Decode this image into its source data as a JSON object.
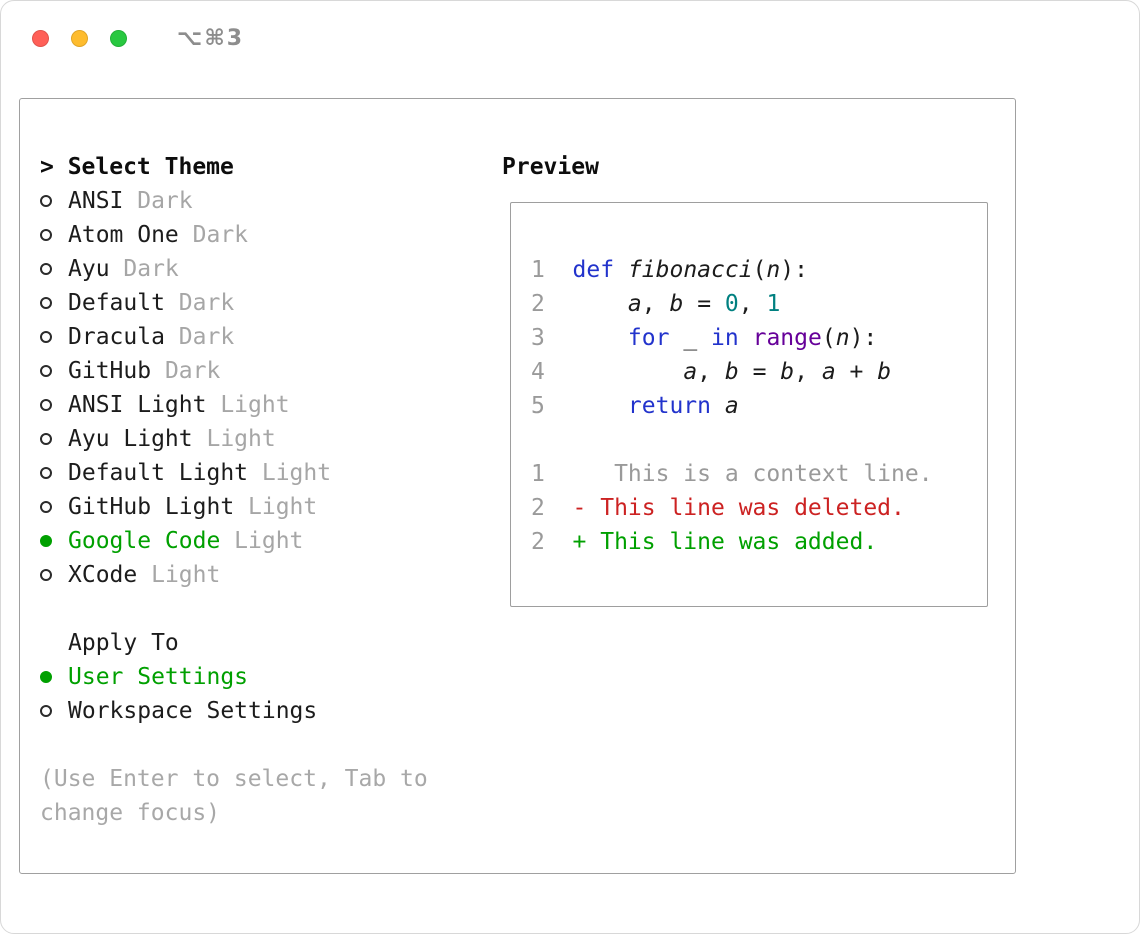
{
  "titlebar": {
    "shortcut_label": "⌥⌘3"
  },
  "selector": {
    "title": "> Select Theme",
    "themes": [
      {
        "name": "ANSI",
        "variant": "Dark",
        "selected": false
      },
      {
        "name": "Atom One",
        "variant": "Dark",
        "selected": false
      },
      {
        "name": "Ayu",
        "variant": "Dark",
        "selected": false
      },
      {
        "name": "Default",
        "variant": "Dark",
        "selected": false
      },
      {
        "name": "Dracula",
        "variant": "Dark",
        "selected": false
      },
      {
        "name": "GitHub",
        "variant": "Dark",
        "selected": false
      },
      {
        "name": "ANSI Light",
        "variant": "Light",
        "selected": false
      },
      {
        "name": "Ayu Light",
        "variant": "Light",
        "selected": false
      },
      {
        "name": "Default Light",
        "variant": "Light",
        "selected": false
      },
      {
        "name": "GitHub Light",
        "variant": "Light",
        "selected": false
      },
      {
        "name": "Google Code",
        "variant": "Light",
        "selected": true
      },
      {
        "name": "XCode",
        "variant": "Light",
        "selected": false
      }
    ],
    "apply_to": {
      "title": "Apply To",
      "options": [
        {
          "label": "User Settings",
          "selected": true
        },
        {
          "label": "Workspace Settings",
          "selected": false
        }
      ]
    },
    "hint": "(Use Enter to select, Tab to change focus)"
  },
  "preview": {
    "title": "Preview",
    "lines": [
      {
        "num": "1",
        "tokens": [
          {
            "s": "kw",
            "t": "def"
          },
          {
            "s": "pln",
            "t": " "
          },
          {
            "s": "var",
            "t": "fibonacci"
          },
          {
            "s": "pln",
            "t": "("
          },
          {
            "s": "var",
            "t": "n"
          },
          {
            "s": "pln",
            "t": "):"
          }
        ]
      },
      {
        "num": "2",
        "tokens": [
          {
            "s": "pln",
            "t": "    "
          },
          {
            "s": "var",
            "t": "a"
          },
          {
            "s": "pln",
            "t": ", "
          },
          {
            "s": "var",
            "t": "b"
          },
          {
            "s": "pln",
            "t": " = "
          },
          {
            "s": "num",
            "t": "0"
          },
          {
            "s": "pln",
            "t": ", "
          },
          {
            "s": "num",
            "t": "1"
          }
        ]
      },
      {
        "num": "3",
        "tokens": [
          {
            "s": "pln",
            "t": "    "
          },
          {
            "s": "kw",
            "t": "for"
          },
          {
            "s": "pln",
            "t": " "
          },
          {
            "s": "var",
            "t": "_"
          },
          {
            "s": "pln",
            "t": " "
          },
          {
            "s": "kw",
            "t": "in"
          },
          {
            "s": "pln",
            "t": " "
          },
          {
            "s": "fn",
            "t": "range"
          },
          {
            "s": "pln",
            "t": "("
          },
          {
            "s": "var",
            "t": "n"
          },
          {
            "s": "pln",
            "t": "):"
          }
        ]
      },
      {
        "num": "4",
        "tokens": [
          {
            "s": "pln",
            "t": "        "
          },
          {
            "s": "var",
            "t": "a"
          },
          {
            "s": "pln",
            "t": ", "
          },
          {
            "s": "var",
            "t": "b"
          },
          {
            "s": "pln",
            "t": " = "
          },
          {
            "s": "var",
            "t": "b"
          },
          {
            "s": "pln",
            "t": ", "
          },
          {
            "s": "var",
            "t": "a"
          },
          {
            "s": "pln",
            "t": " + "
          },
          {
            "s": "var",
            "t": "b"
          }
        ]
      },
      {
        "num": "5",
        "tokens": [
          {
            "s": "pln",
            "t": "    "
          },
          {
            "s": "kw",
            "t": "return"
          },
          {
            "s": "pln",
            "t": " "
          },
          {
            "s": "var",
            "t": "a"
          }
        ]
      },
      {
        "num": "",
        "tokens": []
      },
      {
        "num": "1",
        "tokens": [
          {
            "s": "ctx",
            "t": "   This is a context line."
          }
        ]
      },
      {
        "num": "2",
        "tokens": [
          {
            "s": "del",
            "t": "- This line was deleted."
          }
        ]
      },
      {
        "num": "2",
        "tokens": [
          {
            "s": "add",
            "t": "+ This line was added."
          }
        ]
      }
    ]
  },
  "colors": {
    "accent_green": "#00a000",
    "keyword_blue": "#2233cc",
    "function_purple": "#660099",
    "number_teal": "#008080",
    "deleted_red": "#cc2222",
    "muted_gray": "#a6a6a6",
    "line_number_gray": "#9a9a9a",
    "traffic_red": "#ff5f57",
    "traffic_yellow": "#febc2e",
    "traffic_green": "#28c840"
  }
}
